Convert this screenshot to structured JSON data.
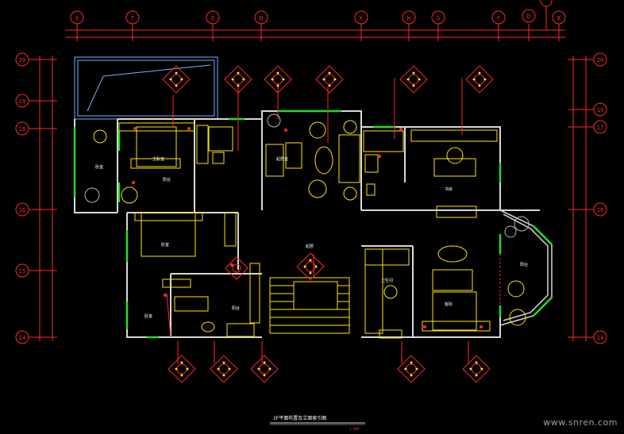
{
  "drawing": {
    "title": "2F平面布置及立面索引图",
    "scale_note": "1:100",
    "watermark": "www.snren.com"
  },
  "grid_top": [
    "X",
    "T",
    "O",
    "N",
    "K",
    "H",
    "G",
    "F",
    "D",
    "B"
  ],
  "grid_left": [
    "20",
    "19",
    "18",
    "16",
    "15",
    "14"
  ],
  "grid_right": [
    "20",
    "19",
    "17",
    "16",
    "14"
  ],
  "rooms": [
    "卧室",
    "主卧室",
    "起居室",
    "书房",
    "卧室",
    "卧室",
    "客卧",
    "起居",
    "卫生间",
    "阳台",
    "阳台",
    "阳台"
  ],
  "colors": {
    "background": "#000000",
    "grid_red": "#ff2a2a",
    "wall_white": "#dcdcdc",
    "furniture_yellow": "#ffe600",
    "window_green": "#22dd22",
    "balcony_blue": "#6fb6ff",
    "text_white": "#ffffff"
  }
}
